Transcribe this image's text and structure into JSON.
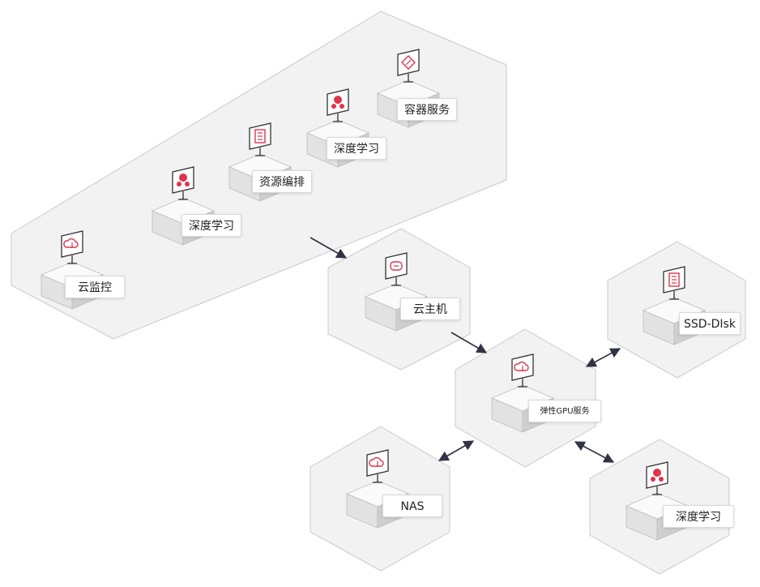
{
  "colors": {
    "accent": "#e0334c",
    "panel_fill": "#f2f2f2",
    "panel_stroke": "#c9c9c9",
    "connector": "#2f3345"
  },
  "nodes": {
    "cloud_monitor": {
      "label": "云监控",
      "icon": "cloud-monitor-icon"
    },
    "deep_learning_1": {
      "label": "深度学习",
      "icon": "deep-learning-icon"
    },
    "resource_orchestration": {
      "label": "资源编排",
      "icon": "document-icon"
    },
    "deep_learning_2": {
      "label": "深度学习",
      "icon": "deep-learning-icon"
    },
    "container_service": {
      "label": "容器服务",
      "icon": "container-icon"
    },
    "cloud_host": {
      "label": "云主机",
      "icon": "cloud-host-icon"
    },
    "ssd_disk": {
      "label": "SSD-DIsk",
      "icon": "document-icon"
    },
    "elastic_gpu": {
      "label": "弹性GPU服务",
      "icon": "cloud-upload-icon"
    },
    "nas": {
      "label": "NAS",
      "icon": "cloud-upload-icon"
    },
    "deep_learning_3": {
      "label": "深度学习",
      "icon": "deep-learning-icon"
    }
  }
}
